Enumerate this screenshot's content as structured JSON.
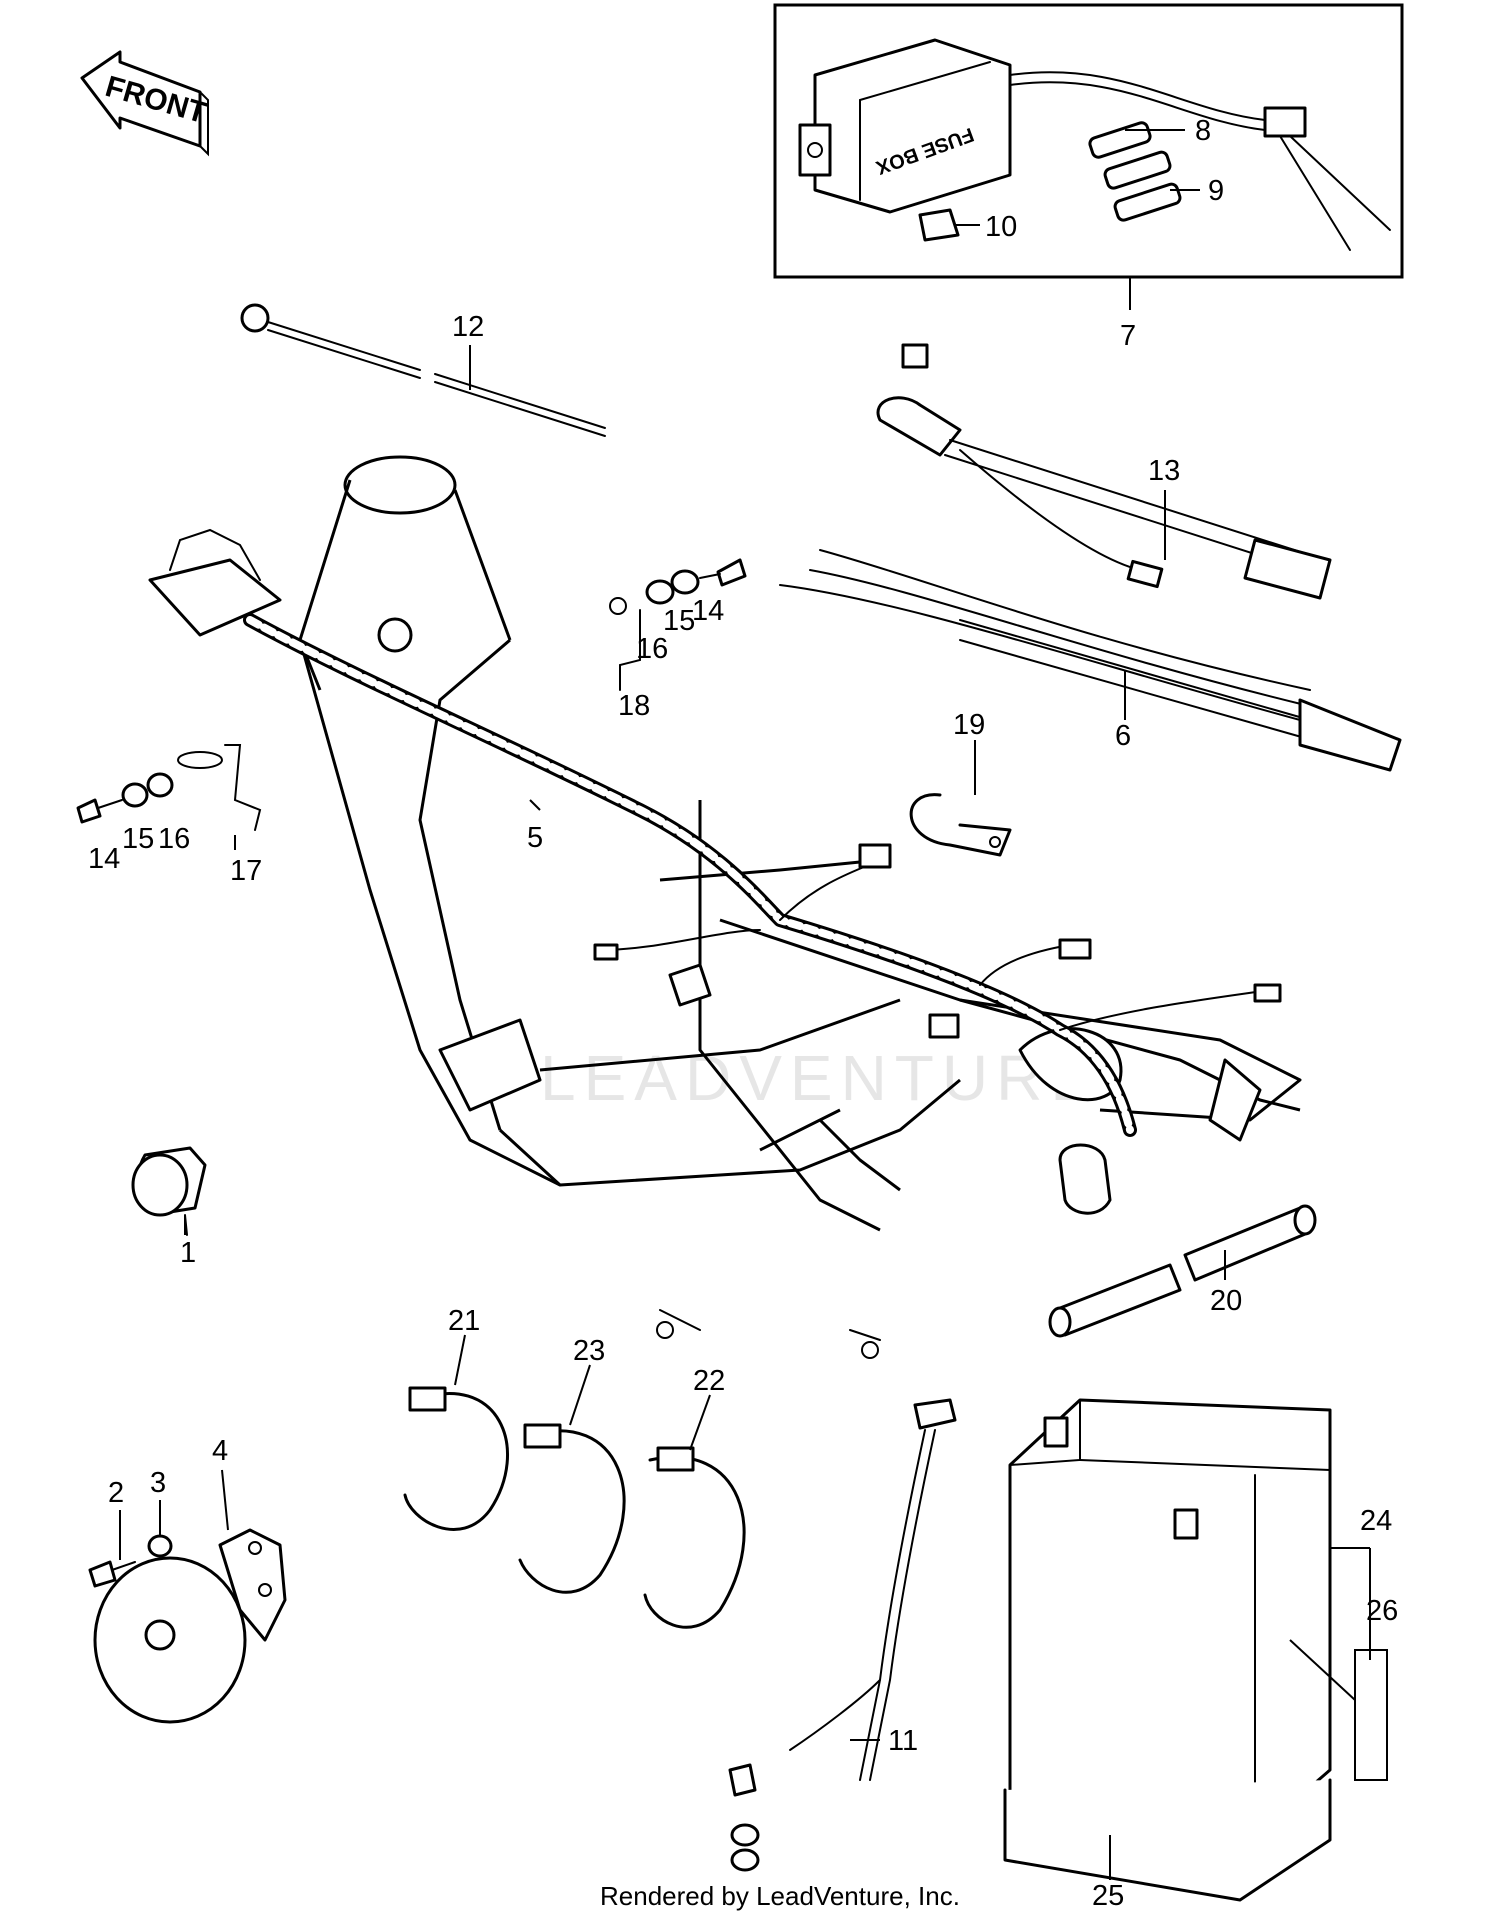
{
  "diagram": {
    "front_label": "FRONT",
    "fuse_box_text": "FUSE BOX",
    "watermark": "LEADVENTURE",
    "credit": "Rendered by LeadVenture, Inc.",
    "callouts": [
      {
        "id": "c1",
        "text": "1"
      },
      {
        "id": "c2",
        "text": "2"
      },
      {
        "id": "c3",
        "text": "3"
      },
      {
        "id": "c4",
        "text": "4"
      },
      {
        "id": "c5",
        "text": "5"
      },
      {
        "id": "c6",
        "text": "6"
      },
      {
        "id": "c7",
        "text": "7"
      },
      {
        "id": "c8",
        "text": "8"
      },
      {
        "id": "c9",
        "text": "9"
      },
      {
        "id": "c10",
        "text": "10"
      },
      {
        "id": "c11",
        "text": "11"
      },
      {
        "id": "c12",
        "text": "12"
      },
      {
        "id": "c13",
        "text": "13"
      },
      {
        "id": "c14a",
        "text": "14"
      },
      {
        "id": "c15a",
        "text": "15"
      },
      {
        "id": "c16a",
        "text": "16"
      },
      {
        "id": "c18",
        "text": "18"
      },
      {
        "id": "c14b",
        "text": "14"
      },
      {
        "id": "c15b",
        "text": "15"
      },
      {
        "id": "c16b",
        "text": "16"
      },
      {
        "id": "c17",
        "text": "17"
      },
      {
        "id": "c19",
        "text": "19"
      },
      {
        "id": "c20",
        "text": "20"
      },
      {
        "id": "c21",
        "text": "21"
      },
      {
        "id": "c22",
        "text": "22"
      },
      {
        "id": "c23",
        "text": "23"
      },
      {
        "id": "c24",
        "text": "24"
      },
      {
        "id": "c25",
        "text": "25"
      },
      {
        "id": "c26",
        "text": "26"
      }
    ]
  }
}
